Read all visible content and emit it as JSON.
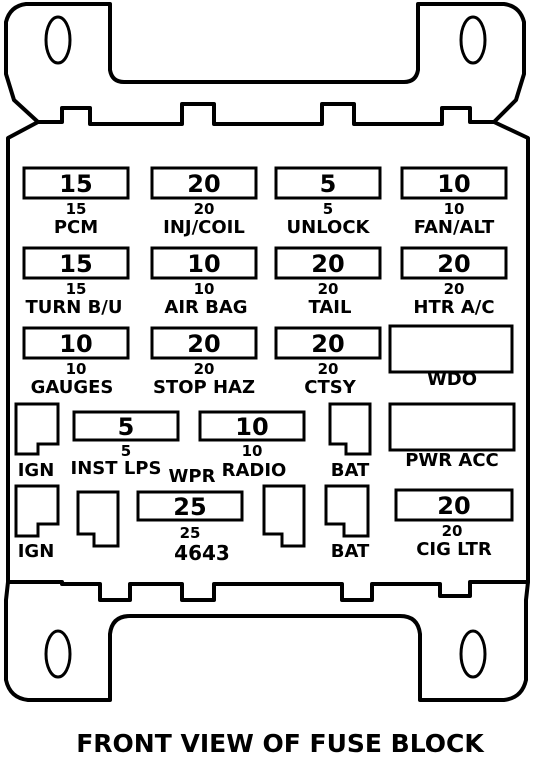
{
  "caption": "FRONT VIEW OF FUSE BLOCK",
  "part_number": "4643",
  "fuses": [
    {
      "rating": "15",
      "sub": "15",
      "label": "PCM"
    },
    {
      "rating": "20",
      "sub": "20",
      "label": "INJ/COIL"
    },
    {
      "rating": "5",
      "sub": "5",
      "label": "UNLOCK"
    },
    {
      "rating": "10",
      "sub": "10",
      "label": "FAN/ALT"
    },
    {
      "rating": "15",
      "sub": "15",
      "label": "TURN B/U"
    },
    {
      "rating": "10",
      "sub": "10",
      "label": "AIR BAG"
    },
    {
      "rating": "20",
      "sub": "20",
      "label": "TAIL"
    },
    {
      "rating": "20",
      "sub": "20",
      "label": "HTR A/C"
    },
    {
      "rating": "10",
      "sub": "10",
      "label": "GAUGES"
    },
    {
      "rating": "20",
      "sub": "20",
      "label": "STOP HAZ"
    },
    {
      "rating": "20",
      "sub": "20",
      "label": "CTSY"
    },
    {
      "rating": "5",
      "sub": "5",
      "label": "INST LPS"
    },
    {
      "rating": "10",
      "sub": "10",
      "label": "RADIO"
    },
    {
      "rating": "25",
      "sub": "25",
      "label": "WPR"
    },
    {
      "rating": "20",
      "sub": "20",
      "label": "CIG LTR"
    }
  ],
  "relays": [
    {
      "label": "WDO"
    },
    {
      "label": "PWR ACC"
    }
  ],
  "circuit_breakers": [
    {
      "label": "IGN"
    },
    {
      "label": "IGN"
    },
    {
      "label": "BAT"
    },
    {
      "label": "BAT"
    }
  ]
}
